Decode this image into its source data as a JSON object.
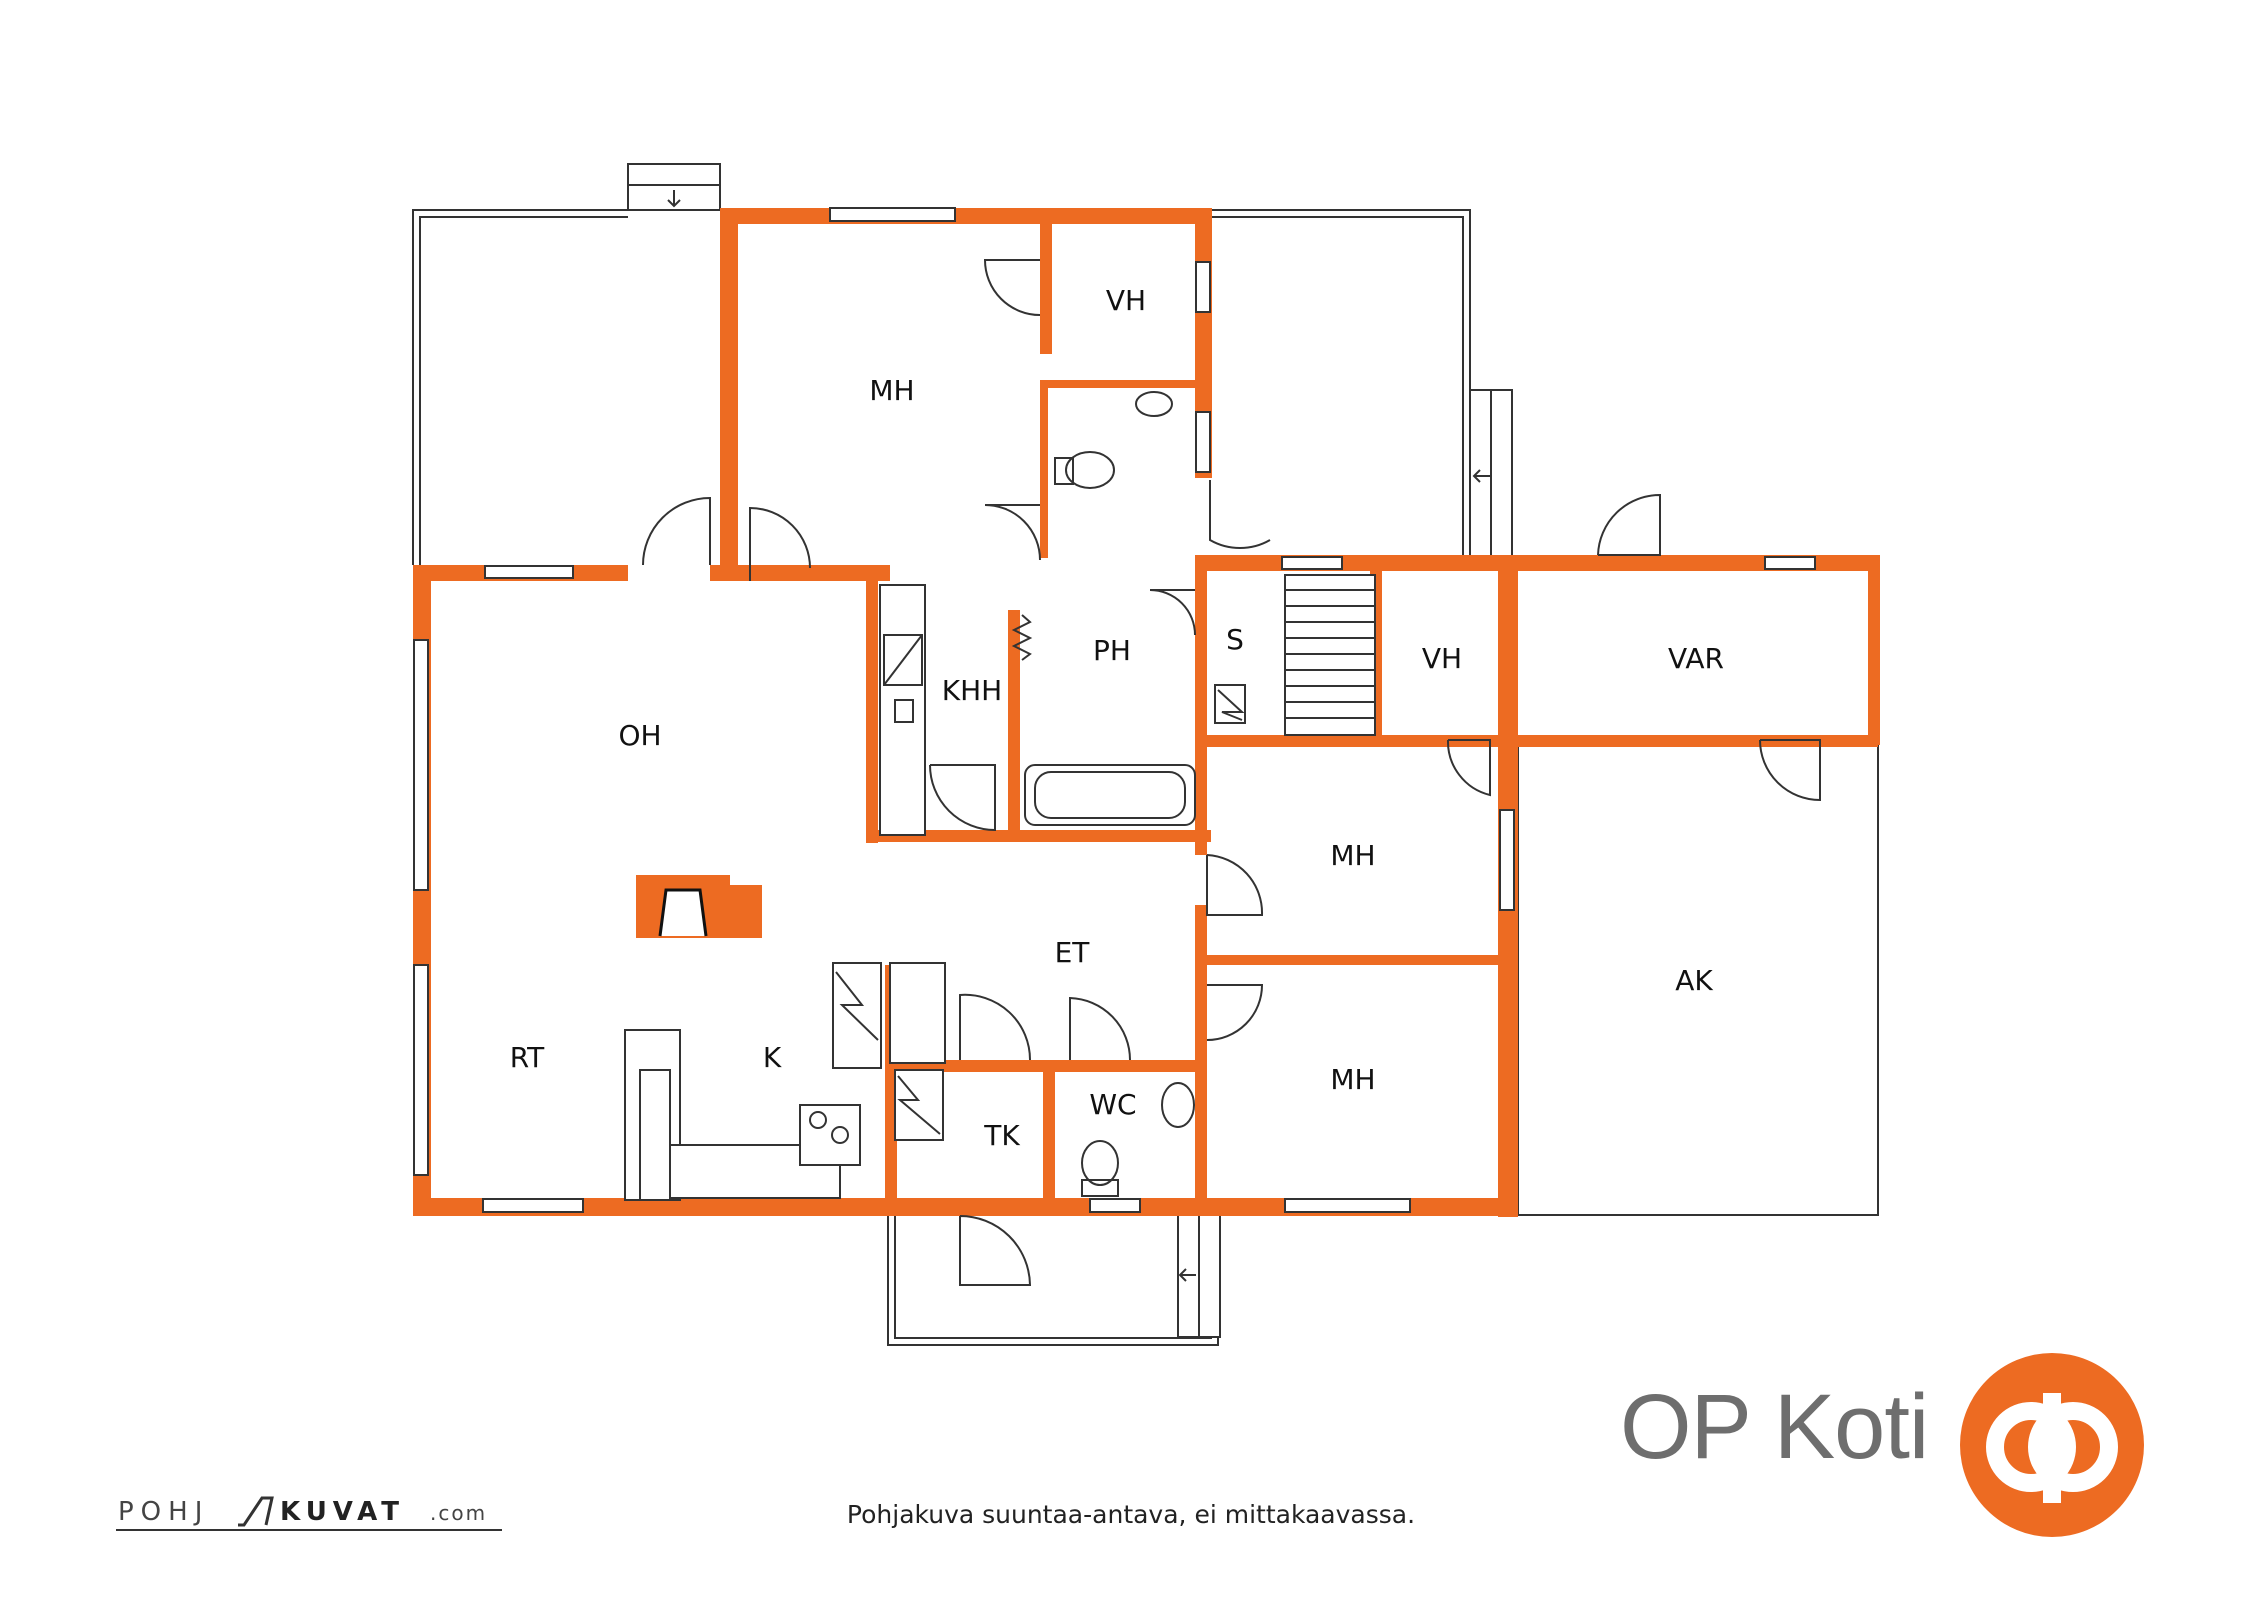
{
  "rooms": {
    "mh_top": "MH",
    "vh_top": "VH",
    "oh": "OH",
    "khh": "KHH",
    "ph": "PH",
    "s": "S",
    "vh_right": "VH",
    "var": "VAR",
    "mh_mid": "MH",
    "et": "ET",
    "ak": "AK",
    "rt": "RT",
    "k": "K",
    "tk": "TK",
    "wc": "WC",
    "mh_bottom": "MH"
  },
  "footer": {
    "note": "Pohjakuva suuntaa-antava, ei mittakaavassa."
  },
  "branding": {
    "op_koti": "OP Koti",
    "pohjakuvat_a": "POHJ",
    "pohjakuvat_b": "KUVAT",
    "pohjakuvat_c": ".com",
    "accent_color": "#ED6B22",
    "logo_icon": "op-logo-icon"
  }
}
